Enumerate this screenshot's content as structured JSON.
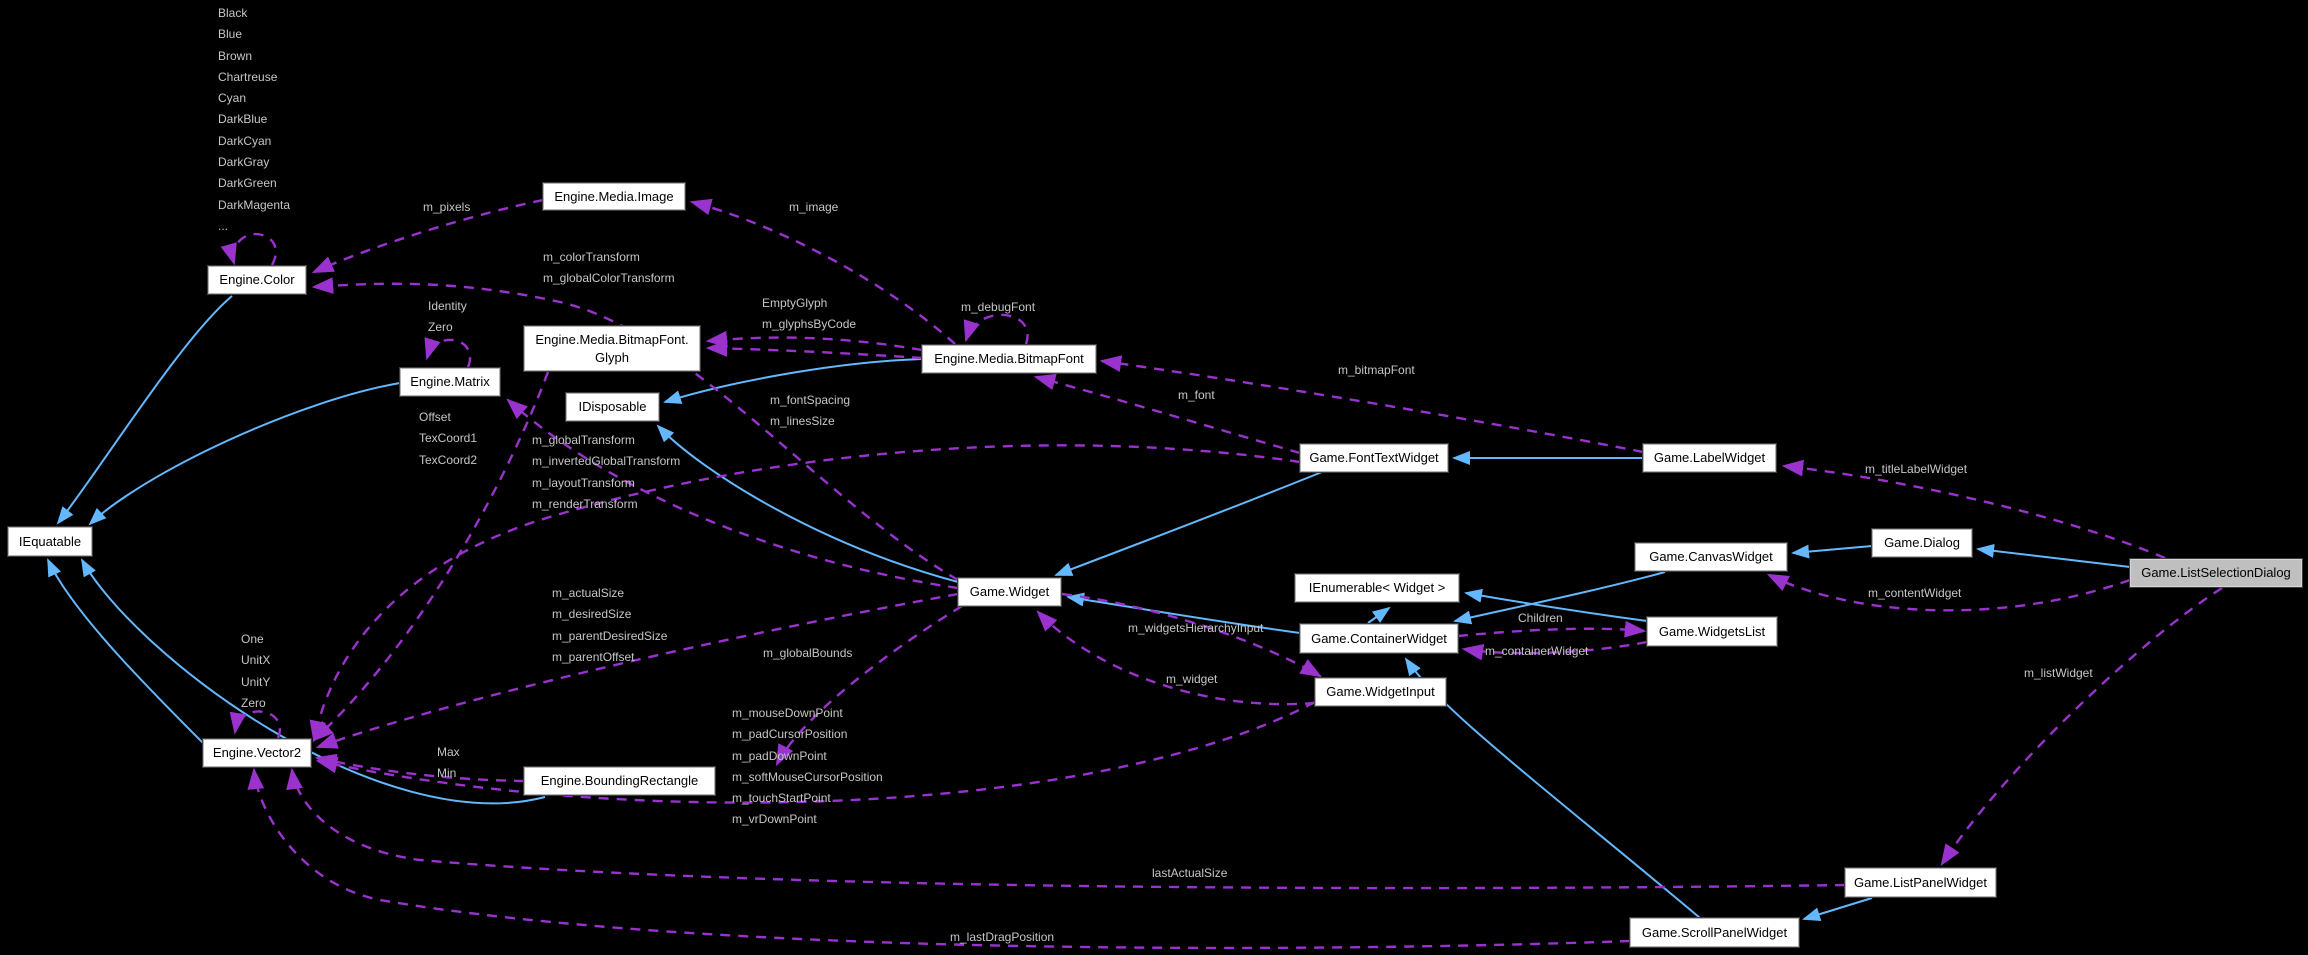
{
  "colors": {
    "background": "#000000",
    "node_fill": "#ffffff",
    "node_selected_fill": "#bfbfbf",
    "node_text": "#000000",
    "inheritance_edge_blue": "#63b8ff",
    "usage_edge_purple": "#9a32cd",
    "edge_label_text": "#c6c6c6"
  },
  "nodes": {
    "iequatable": "IEquatable",
    "color": "Engine.Color",
    "image": "Engine.Media.Image",
    "glyph_line1": "Engine.Media.BitmapFont.",
    "glyph_line2": "Glyph",
    "matrix": "Engine.Matrix",
    "idisposable": "IDisposable",
    "bitmapfont": "Engine.Media.BitmapFont",
    "fonttextwidget": "Game.FontTextWidget",
    "labelwidget": "Game.LabelWidget",
    "widget": "Game.Widget",
    "ienumerable": "IEnumerable< Widget >",
    "containerwidget": "Game.ContainerWidget",
    "canvaswidget": "Game.CanvasWidget",
    "dialog": "Game.Dialog",
    "listselectiondialog": "Game.ListSelectionDialog",
    "widgetslist": "Game.WidgetsList",
    "widgetinput": "Game.WidgetInput",
    "vector2": "Engine.Vector2",
    "boundingrectangle": "Engine.BoundingRectangle",
    "listpanelwidget": "Game.ListPanelWidget",
    "scrollpanelwidget": "Game.ScrollPanelWidget"
  },
  "labels": {
    "m_pixels": "m_pixels",
    "m_image": "m_image",
    "m_debugFont": "m_debugFont",
    "m_bitmapFont": "m_bitmapFont",
    "m_font": "m_font",
    "m_titleLabelWidget": "m_titleLabelWidget",
    "m_contentWidget": "m_contentWidget",
    "children": "Children",
    "m_containerWidget": "m_containerWidget",
    "m_widgetsHierarchyInput": "m_widgetsHierarchyInput",
    "m_widget": "m_widget",
    "m_globalBounds": "m_globalBounds",
    "lastActualSize": "lastActualSize",
    "m_lastDragPosition": "m_lastDragPosition",
    "m_listWidget": "m_listWidget"
  },
  "groups": {
    "color_constants": [
      "Black",
      "Blue",
      "Brown",
      "Chartreuse",
      "Cyan",
      "DarkBlue",
      "DarkCyan",
      "DarkGray",
      "DarkGreen",
      "DarkMagenta",
      "..."
    ],
    "color_transforms": [
      "m_colorTransform",
      "m_globalColorTransform"
    ],
    "glyph_refs": [
      "EmptyGlyph",
      "m_glyphsByCode"
    ],
    "matrix_statics": [
      "Identity",
      "Zero"
    ],
    "glyph_members": [
      "Offset",
      "TexCoord1",
      "TexCoord2"
    ],
    "widget_transforms": [
      "m_globalTransform",
      "m_invertedGlobalTransform",
      "m_layoutTransform",
      "m_renderTransform"
    ],
    "font_metrics": [
      "m_fontSpacing",
      "m_linesSize"
    ],
    "widget_sizes": [
      "m_actualSize",
      "m_desiredSize",
      "m_parentDesiredSize",
      "m_parentOffset"
    ],
    "vector_statics": [
      "One",
      "UnitX",
      "UnitY",
      "Zero"
    ],
    "rect_minmax": [
      "Max",
      "Min"
    ],
    "input_points": [
      "m_mouseDownPoint",
      "m_padCursorPosition",
      "m_padDownPoint",
      "m_softMouseCursorPosition",
      "m_touchStartPoint",
      "m_vrDownPoint"
    ]
  }
}
